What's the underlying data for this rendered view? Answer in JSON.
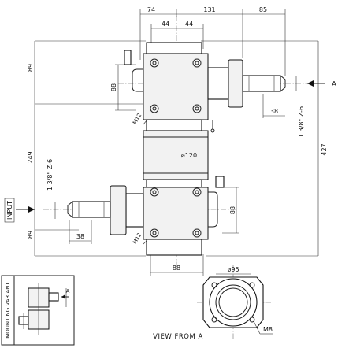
{
  "dimensions": {
    "top_left": "74",
    "top_mid": "131",
    "top_right": "85",
    "inner_left": "44",
    "inner_right": "44",
    "left_top": "89",
    "left_mid": "249",
    "left_bottom": "89",
    "right_total": "427",
    "upper_flange": "88",
    "upper_shaft_len": "38",
    "upper_spline": "1 3/8\" Z-6",
    "upper_bolt": "M12",
    "body_dia": "ø120",
    "lower_spline": "1 3/8\" Z-6",
    "lower_flange": "88",
    "lower_shaft_len": "38",
    "lower_bolt": "M12",
    "bottom_width": "88",
    "view_dia": "ø95",
    "view_bolt": "M8"
  },
  "labels": {
    "input": "INPUT",
    "view_arrow": "A",
    "view_title": "VIEW FROM A",
    "mounting_variant": "MOUNTING VARIANT",
    "mv_arrow": "A"
  }
}
